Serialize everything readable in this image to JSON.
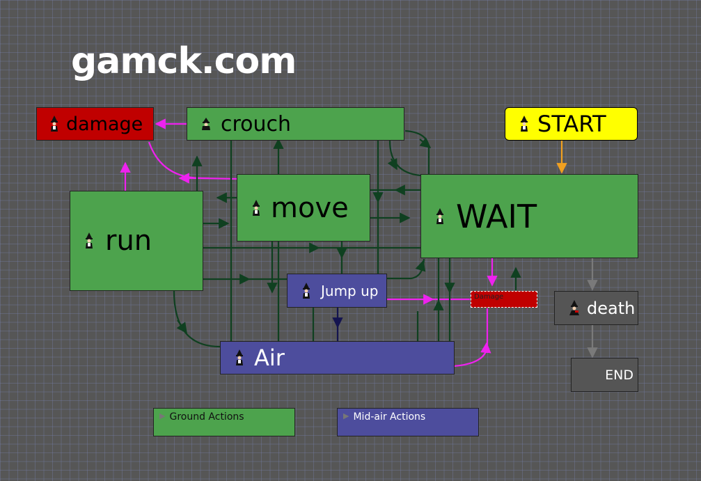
{
  "watermark": "gamck.com",
  "colors": {
    "ground": "#4da34d",
    "damage": "#c00000",
    "air": "#4d4d9d",
    "start": "#ffff00",
    "end_state": "#555555",
    "edge_ground": "#0f4020",
    "edge_damage": "#ee22ee",
    "edge_air": "#141450",
    "edge_start": "#f0a020",
    "edge_end": "#7a7a7a"
  },
  "nodes": {
    "damage": "damage",
    "crouch": "crouch",
    "start": "START",
    "move": "move",
    "wait": "WAIT",
    "run": "run",
    "jump_up": "Jump up",
    "damage_small": "Damage",
    "death": "death",
    "air": "Air",
    "end": "END"
  },
  "legend": {
    "ground": "Ground Actions",
    "midair": "Mid-air Actions"
  }
}
